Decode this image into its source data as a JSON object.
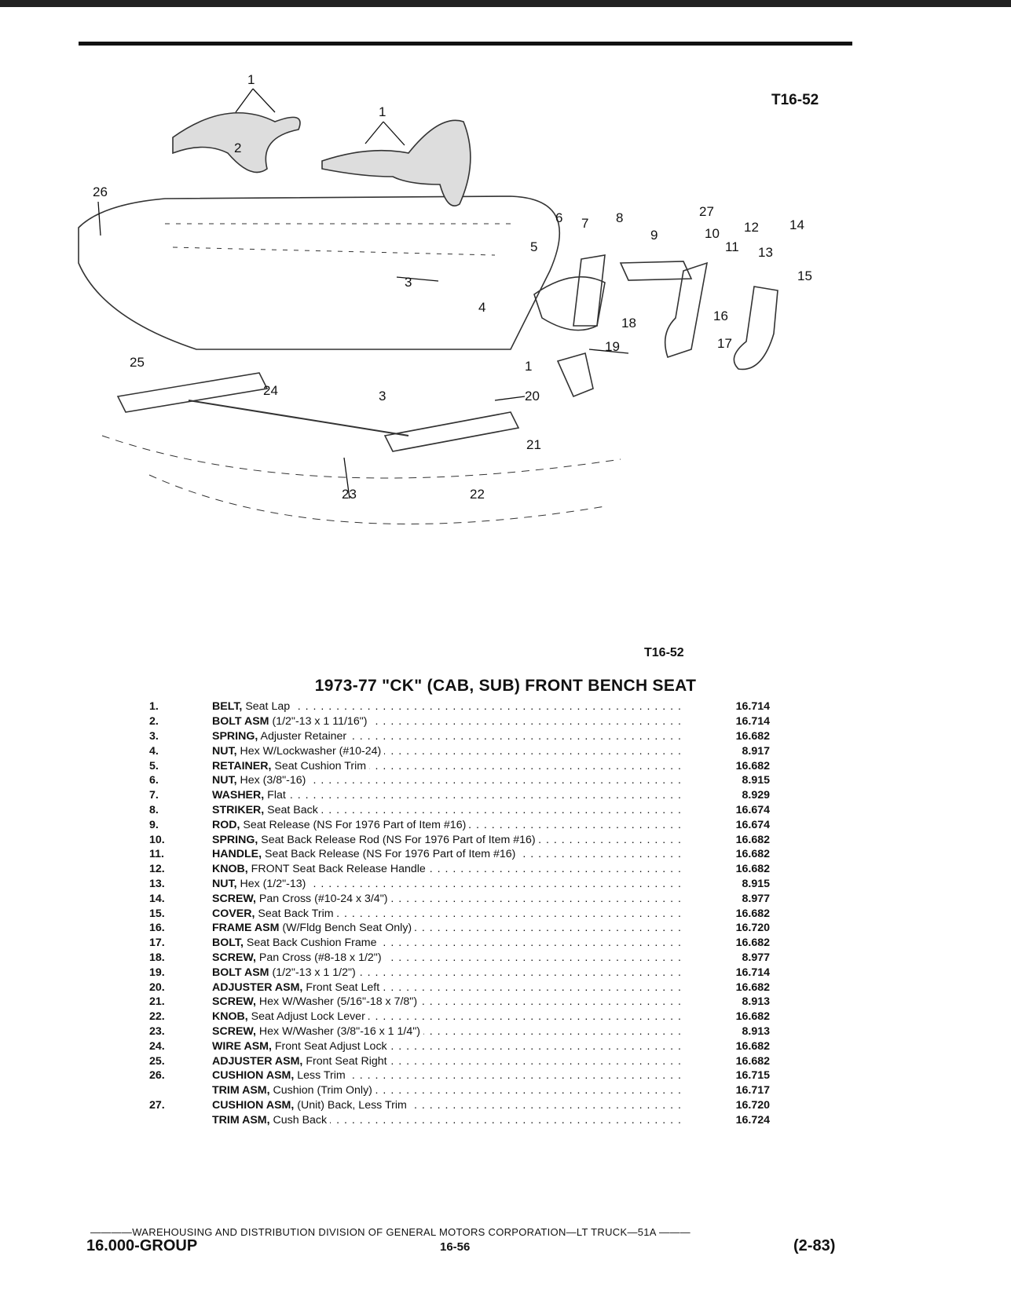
{
  "page": {
    "figure_ref_top": "T16-52",
    "figure_ref_bottom": "T16-52",
    "title": "1973-77 \"CK\" (CAB, SUB) FRONT BENCH SEAT"
  },
  "callouts": [
    "1",
    "1",
    "2",
    "3",
    "3",
    "4",
    "5",
    "6",
    "7",
    "8",
    "9",
    "10",
    "11",
    "12",
    "13",
    "14",
    "15",
    "16",
    "17",
    "18",
    "19",
    "1",
    "20",
    "21",
    "22",
    "23",
    "24",
    "25",
    "26",
    "27"
  ],
  "parts": [
    {
      "num": "1.",
      "name": "BELT,",
      "desc": "Seat Lap",
      "value": "16.714"
    },
    {
      "num": "2.",
      "name": "BOLT ASM",
      "desc": "(1/2\"-13 x 1 11/16\")",
      "value": "16.714"
    },
    {
      "num": "3.",
      "name": "SPRING,",
      "desc": "Adjuster Retainer",
      "value": "16.682"
    },
    {
      "num": "4.",
      "name": "NUT,",
      "desc": "Hex W/Lockwasher (#10-24)",
      "value": "8.917"
    },
    {
      "num": "5.",
      "name": "RETAINER,",
      "desc": "Seat Cushion Trim",
      "value": "16.682"
    },
    {
      "num": "6.",
      "name": "NUT,",
      "desc": "Hex (3/8\"-16)",
      "value": "8.915"
    },
    {
      "num": "7.",
      "name": "WASHER,",
      "desc": "Flat",
      "value": "8.929"
    },
    {
      "num": "8.",
      "name": "STRIKER,",
      "desc": "Seat Back",
      "value": "16.674"
    },
    {
      "num": "9.",
      "name": "ROD,",
      "desc": "Seat Release (NS For 1976 Part of Item #16)",
      "value": "16.674"
    },
    {
      "num": "10.",
      "name": "SPRING,",
      "desc": "Seat Back Release Rod (NS For 1976 Part of Item #16)",
      "value": "16.682"
    },
    {
      "num": "11.",
      "name": "HANDLE,",
      "desc": "Seat Back Release (NS For 1976 Part of Item #16)",
      "value": "16.682"
    },
    {
      "num": "12.",
      "name": "KNOB,",
      "desc": "FRONT Seat Back Release Handle",
      "value": "16.682"
    },
    {
      "num": "13.",
      "name": "NUT,",
      "desc": "Hex (1/2\"-13)",
      "value": "8.915"
    },
    {
      "num": "14.",
      "name": "SCREW,",
      "desc": "Pan Cross (#10-24 x 3/4\")",
      "value": "8.977"
    },
    {
      "num": "15.",
      "name": "COVER,",
      "desc": "Seat Back Trim",
      "value": "16.682"
    },
    {
      "num": "16.",
      "name": "FRAME ASM",
      "desc": "(W/Fldg Bench Seat Only)",
      "value": "16.720"
    },
    {
      "num": "17.",
      "name": "BOLT,",
      "desc": "Seat Back Cushion Frame",
      "value": "16.682"
    },
    {
      "num": "18.",
      "name": "SCREW,",
      "desc": "Pan Cross (#8-18 x 1/2\")",
      "value": "8.977"
    },
    {
      "num": "19.",
      "name": "BOLT ASM",
      "desc": "(1/2\"-13 x 1 1/2\")",
      "value": "16.714"
    },
    {
      "num": "20.",
      "name": "ADJUSTER ASM,",
      "desc": "Front Seat Left",
      "value": "16.682"
    },
    {
      "num": "21.",
      "name": "SCREW,",
      "desc": "Hex W/Washer (5/16\"-18 x 7/8\")",
      "value": "8.913"
    },
    {
      "num": "22.",
      "name": "KNOB,",
      "desc": "Seat Adjust Lock Lever",
      "value": "16.682"
    },
    {
      "num": "23.",
      "name": "SCREW,",
      "desc": "Hex W/Washer (3/8\"-16 x 1 1/4\")",
      "value": "8.913"
    },
    {
      "num": "24.",
      "name": "WIRE ASM,",
      "desc": "Front Seat Adjust Lock",
      "value": "16.682"
    },
    {
      "num": "25.",
      "name": "ADJUSTER ASM,",
      "desc": "Front Seat Right",
      "value": "16.682"
    },
    {
      "num": "26.",
      "name": "CUSHION ASM,",
      "desc": "Less Trim",
      "value": "16.715"
    },
    {
      "num": "",
      "name": "TRIM ASM,",
      "desc": "Cushion (Trim Only)",
      "value": "16.717"
    },
    {
      "num": "27.",
      "name": "CUSHION ASM,",
      "desc": "(Unit) Back, Less Trim",
      "value": "16.720"
    },
    {
      "num": "",
      "name": "TRIM ASM,",
      "desc": "Cush Back",
      "value": "16.724"
    }
  ],
  "footer": {
    "division": "————WAREHOUSING AND DISTRIBUTION DIVISION OF GENERAL MOTORS CORPORATION—LT TRUCK—51A ———",
    "group": "16.000-GROUP",
    "page_number": "16-56",
    "date": "(2-83)"
  }
}
